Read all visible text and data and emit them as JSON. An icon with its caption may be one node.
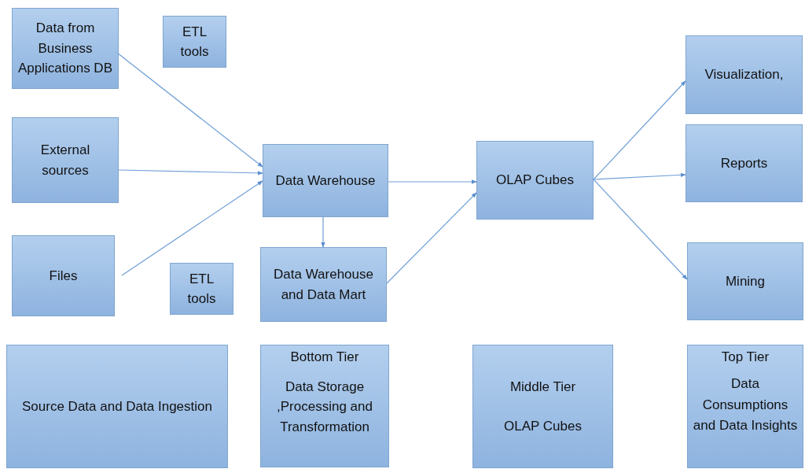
{
  "diagram": {
    "nodes": [
      {
        "text": [
          "Data from Business Applications DB"
        ]
      },
      {
        "text": [
          "ETL tools"
        ]
      },
      {
        "text": [
          "External sources"
        ]
      },
      {
        "text": [
          "Files"
        ]
      },
      {
        "text": [
          "ETL tools"
        ]
      },
      {
        "text": [
          "Data Warehouse"
        ]
      },
      {
        "text": [
          "Data Warehouse and Data Mart"
        ]
      },
      {
        "text": [
          "OLAP Cubes"
        ]
      },
      {
        "text": [
          "Visualization,"
        ]
      },
      {
        "text": [
          "Reports"
        ]
      },
      {
        "text": [
          "Mining"
        ]
      },
      {
        "text": [
          "Source Data and Data Ingestion"
        ]
      },
      {
        "text": [
          "Bottom Tier",
          "Data Storage ,Processing and Transformation"
        ]
      },
      {
        "text": [
          "Middle Tier",
          "OLAP Cubes"
        ]
      },
      {
        "text": [
          "Top Tier",
          "Data Consumptions and Data Insights"
        ]
      }
    ],
    "edges": [
      {
        "from": 0,
        "to": 5,
        "arrow": "to"
      },
      {
        "from": 2,
        "to": 5,
        "arrow": "to"
      },
      {
        "from": 3,
        "to": 5,
        "arrow": "to"
      },
      {
        "from": 5,
        "to": 6,
        "arrow": "to"
      },
      {
        "from": 5,
        "to": 7,
        "arrow": "to"
      },
      {
        "from": 6,
        "to": 7,
        "arrow": "to"
      },
      {
        "from": 7,
        "to": 8,
        "arrow": "to"
      },
      {
        "from": 7,
        "to": 9,
        "arrow": "to"
      },
      {
        "from": 7,
        "to": 10,
        "arrow": "to"
      }
    ]
  }
}
